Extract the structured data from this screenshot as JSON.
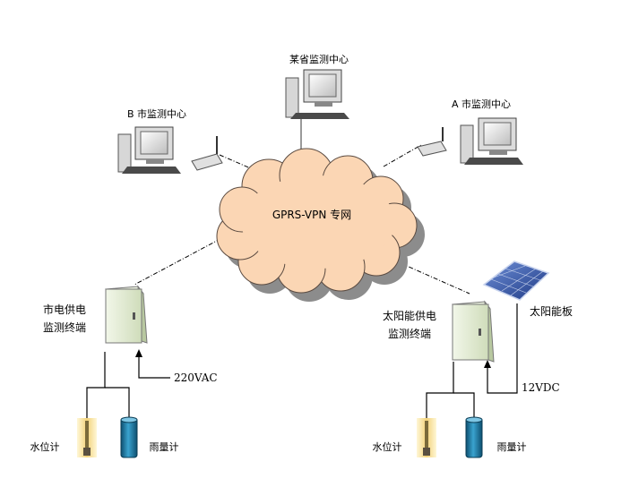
{
  "cloud": {
    "label": "GPRS-VPN 专网"
  },
  "centers": {
    "province": "某省监测中心",
    "city_b": "B 市监测中心",
    "city_a": "A 市监测中心"
  },
  "left_station": {
    "title_line1": "市电供电",
    "title_line2": "监测终端",
    "power_label": "220VAC",
    "water_level": "水位计",
    "rain_gauge": "雨量计"
  },
  "right_station": {
    "title_line1": "太阳能供电",
    "title_line2": "监测终端",
    "solar_panel": "太阳能板",
    "power_label": "12VDC",
    "water_level": "水位计",
    "rain_gauge": "雨量计"
  },
  "colors": {
    "cloud_fill": "#fbd6b4",
    "cloud_shadow": "#8c8c8c",
    "cabinet": "#dfe9cf",
    "monitor": "#e6e6e6",
    "solar_panel": "#3a5aa8",
    "water_sensor": "#d9a938",
    "rain_sensor": "#1f6f96"
  }
}
